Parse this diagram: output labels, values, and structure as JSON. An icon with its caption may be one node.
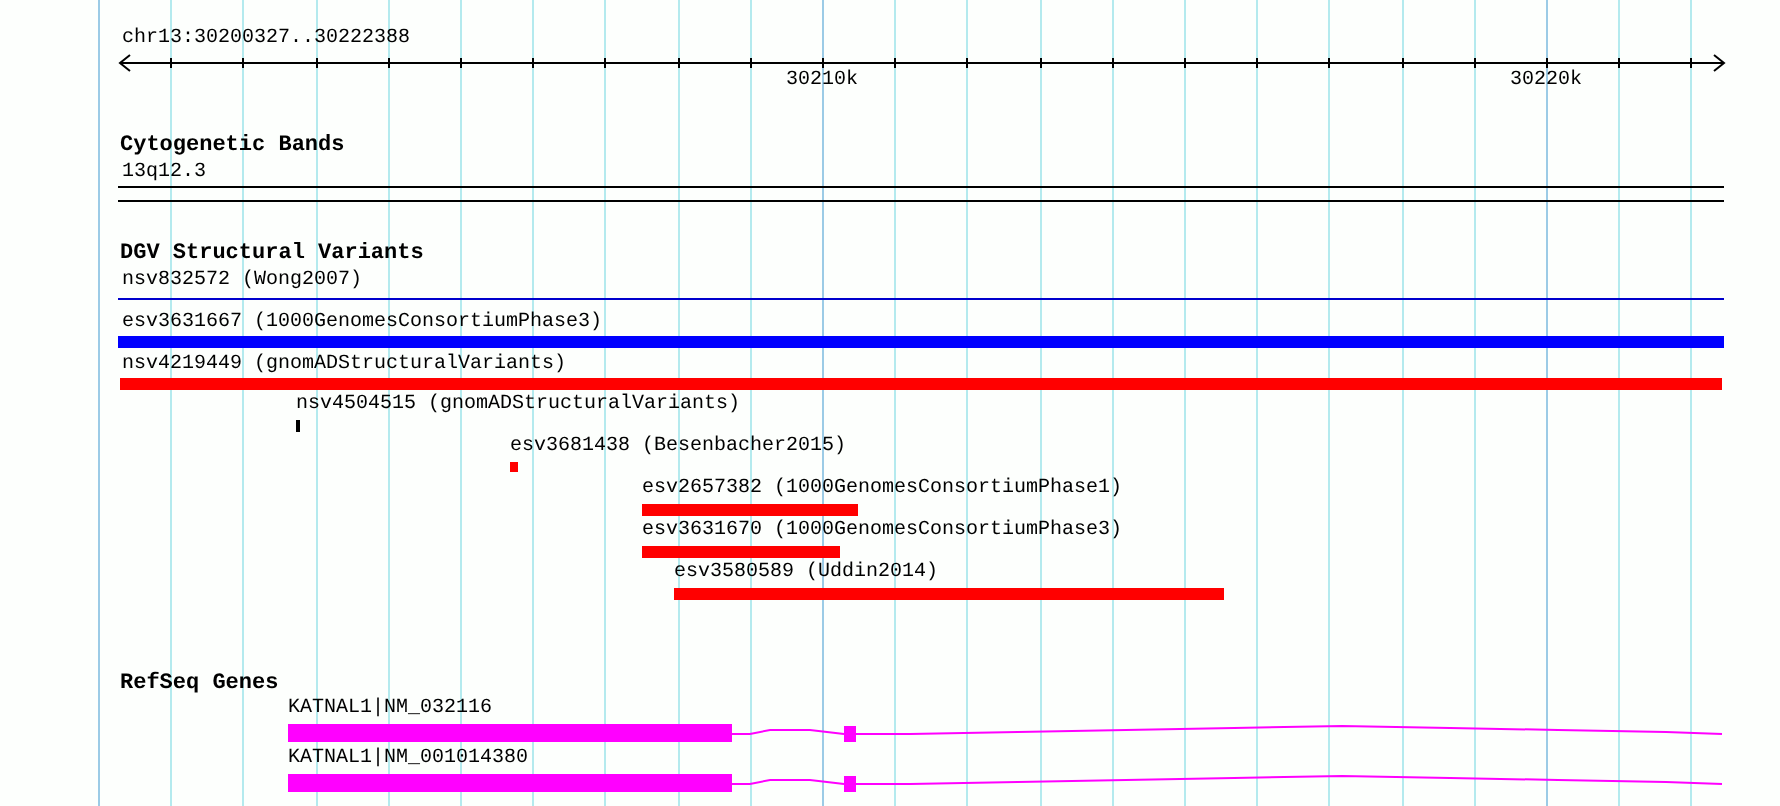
{
  "diagram": {
    "labels": [
      "chr13:30200327..30222388",
      "30210k",
      "30220k",
      "Cytogenetic Bands",
      "13q12.3",
      "DGV Structural Variants",
      "nsv832572 (Wong2007)",
      "esv3631667 (1000GenomesConsortiumPhase3)",
      "nsv4219449 (gnomADStructuralVariants)",
      "nsv4504515 (gnomADStructuralVariants)",
      "esv3681438 (Besenbacher2015)",
      "esv2657382 (1000GenomesConsortiumPhase1)",
      "esv3631670 (1000GenomesConsortiumPhase3)",
      "esv3580589 (Uddin2014)",
      "RefSeq Genes",
      "KATNAL1|NM_032116",
      "KATNAL1|NM_001014380"
    ]
  }
}
